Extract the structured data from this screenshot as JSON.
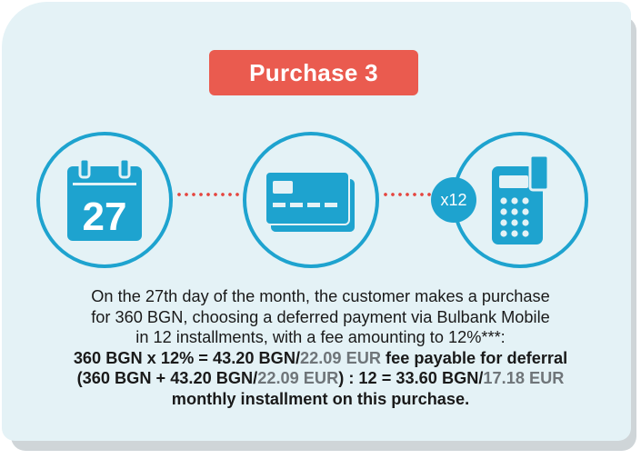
{
  "title": "Purchase 3",
  "icons": {
    "calendar": {
      "name": "calendar-icon",
      "day": "27"
    },
    "card": {
      "name": "credit-card-icon"
    },
    "phone": {
      "name": "mobile-phone-icon"
    }
  },
  "installments_badge": "x12",
  "colors": {
    "background": "#e4f2f6",
    "accent_blue": "#1ea3cf",
    "title_red": "#ea5b4f",
    "eur_gray": "#6f7579"
  },
  "description": {
    "line1": "On the 27th day of the month, the customer makes a purchase",
    "line2": "for 360 BGN, choosing a deferred payment via Bulbank Mobile",
    "line3": "in 12 installments, with a fee amounting to 12%***:",
    "line4_a": "360 BGN x 12% = 43.20 BGN/",
    "line4_eur": "22.09 EUR",
    "line4_b": " fee payable for deferral",
    "line5_a": "(360 BGN + 43.20 BGN/",
    "line5_eur1": "22.09 EUR",
    "line5_b": ") : 12 = 33.60 BGN/",
    "line5_eur2": "17.18 EUR",
    "line6": "monthly installment on this purchase."
  }
}
